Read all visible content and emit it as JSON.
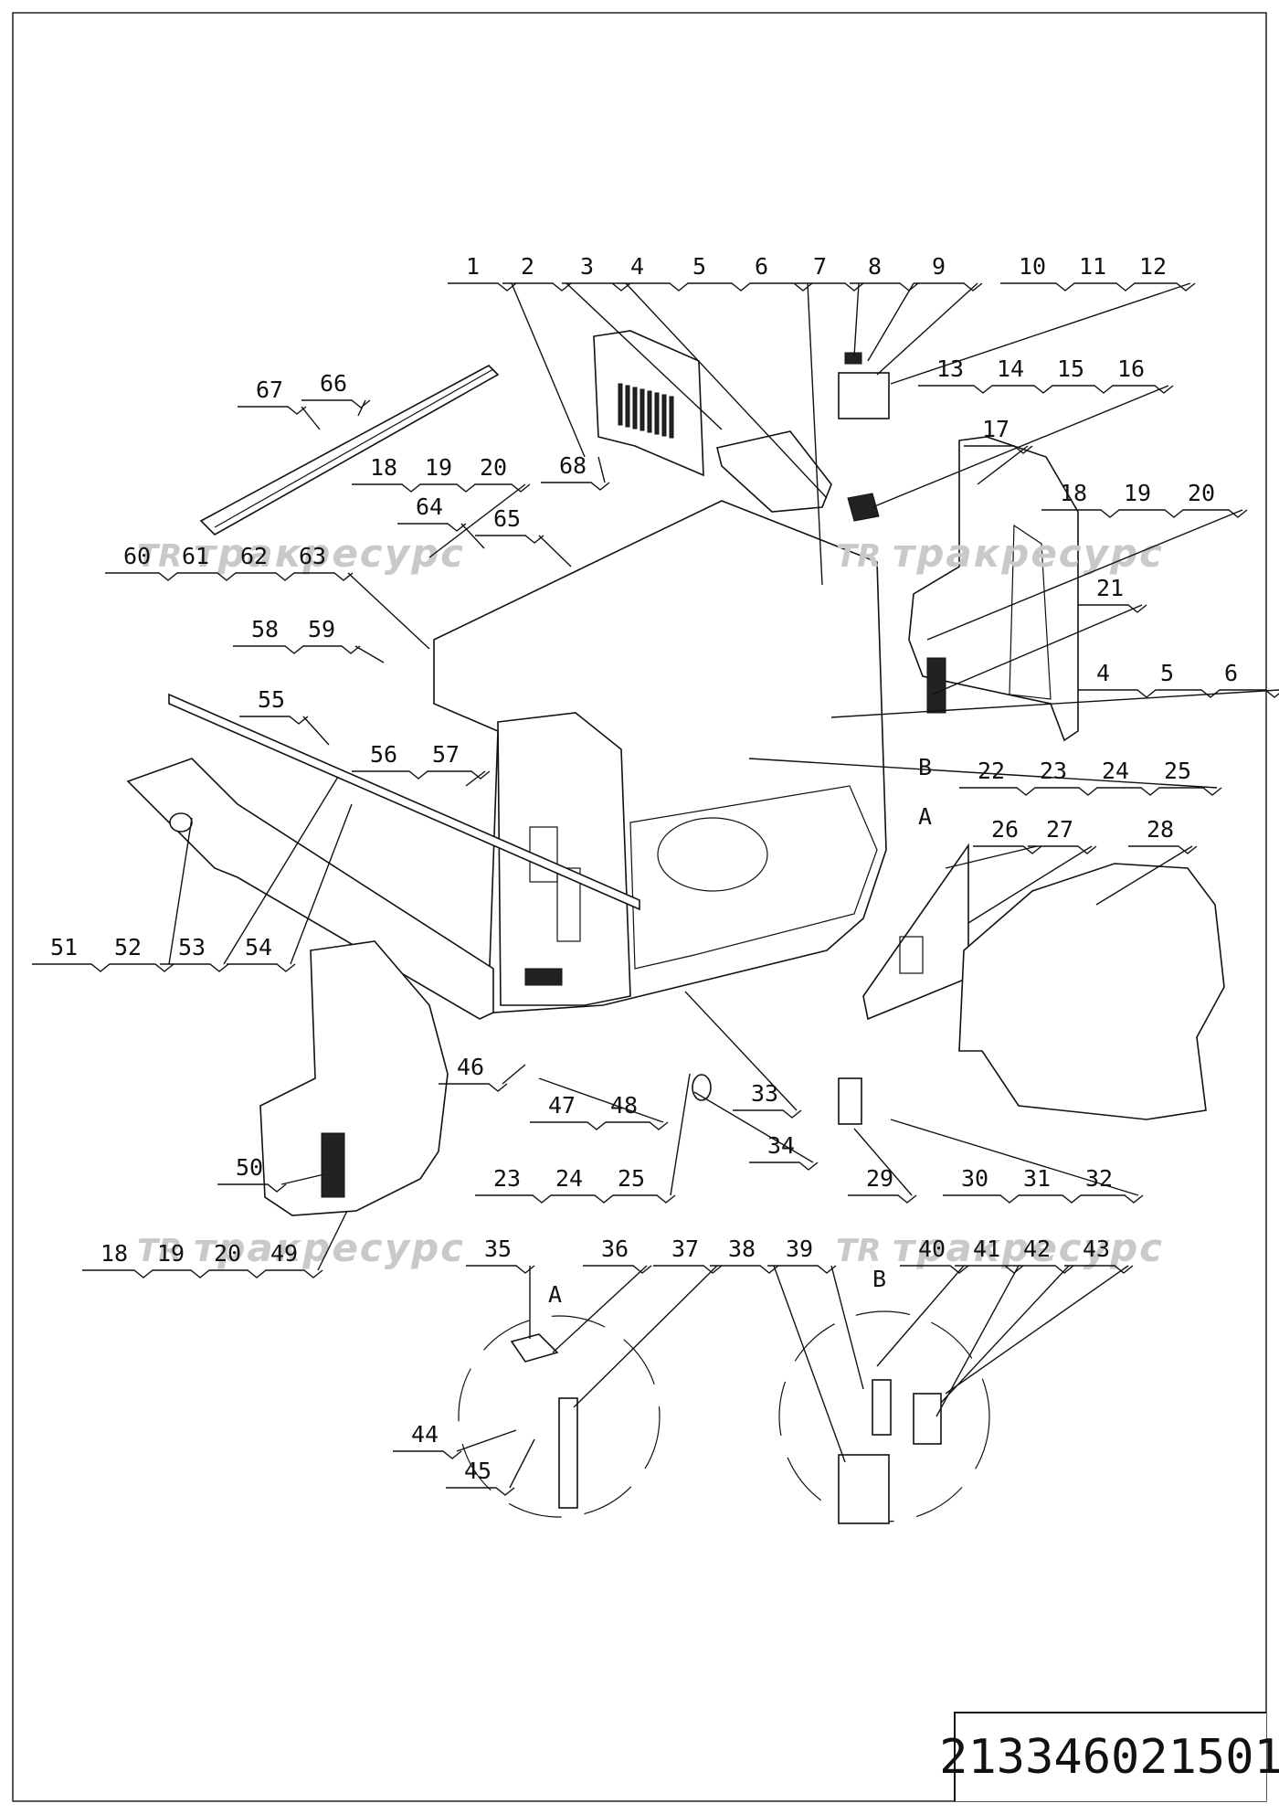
{
  "document_number": "213346021501",
  "watermark": {
    "logo": "TR",
    "text": "тракресурс"
  },
  "view_labels": [
    "A",
    "B"
  ],
  "callout_groups": [
    [
      "1"
    ],
    [
      "2"
    ],
    [
      "3"
    ],
    [
      "4",
      "5",
      "6"
    ],
    [
      "7"
    ],
    [
      "8"
    ],
    [
      "9"
    ],
    [
      "10",
      "11",
      "12"
    ],
    [
      "13",
      "14",
      "15",
      "16"
    ],
    [
      "17"
    ],
    [
      "18",
      "19",
      "20"
    ],
    [
      "21"
    ],
    [
      "4",
      "5",
      "6"
    ],
    [
      "22",
      "23",
      "24",
      "25"
    ],
    [
      "26"
    ],
    [
      "27"
    ],
    [
      "28"
    ],
    [
      "66"
    ],
    [
      "67"
    ],
    [
      "68"
    ],
    [
      "18",
      "19",
      "20"
    ],
    [
      "64"
    ],
    [
      "65"
    ],
    [
      "60",
      "61",
      "62",
      "63"
    ],
    [
      "58",
      "59"
    ],
    [
      "55"
    ],
    [
      "56",
      "57"
    ],
    [
      "51",
      "52"
    ],
    [
      "53"
    ],
    [
      "54"
    ],
    [
      "33"
    ],
    [
      "34"
    ],
    [
      "46"
    ],
    [
      "47",
      "48"
    ],
    [
      "23",
      "24",
      "25"
    ],
    [
      "29"
    ],
    [
      "30",
      "31",
      "32"
    ],
    [
      "50"
    ],
    [
      "18",
      "19",
      "20",
      "49"
    ],
    [
      "35"
    ],
    [
      "36"
    ],
    [
      "37"
    ],
    [
      "44"
    ],
    [
      "45"
    ],
    [
      "38"
    ],
    [
      "39"
    ],
    [
      "40"
    ],
    [
      "41"
    ],
    [
      "42"
    ],
    [
      "43"
    ]
  ]
}
